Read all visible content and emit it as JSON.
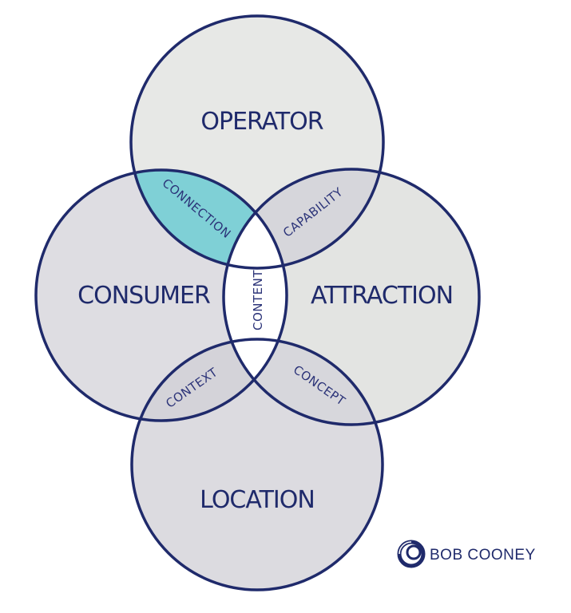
{
  "diagram": {
    "circles": {
      "top": "OPERATOR",
      "left": "CONSUMER",
      "right": "ATTRACTION",
      "bottom": "LOCATION"
    },
    "intersections": {
      "top_left": "CONNECTION",
      "top_right": "CAPABILITY",
      "center": "CONTENT",
      "bottom_left": "CONTEXT",
      "bottom_right": "CONCEPT"
    }
  },
  "brand": {
    "name": "BOB COONEY",
    "logo_icon": "swirl-logo-icon"
  },
  "colors": {
    "outline": "#1f2a6b",
    "fill_top": "#e7e8e6",
    "fill_left": "#dedde2",
    "fill_right": "#e3e4e2",
    "fill_bottom": "#dcdbe0",
    "highlight": "#7fd0d6",
    "center": "#ffffff"
  }
}
